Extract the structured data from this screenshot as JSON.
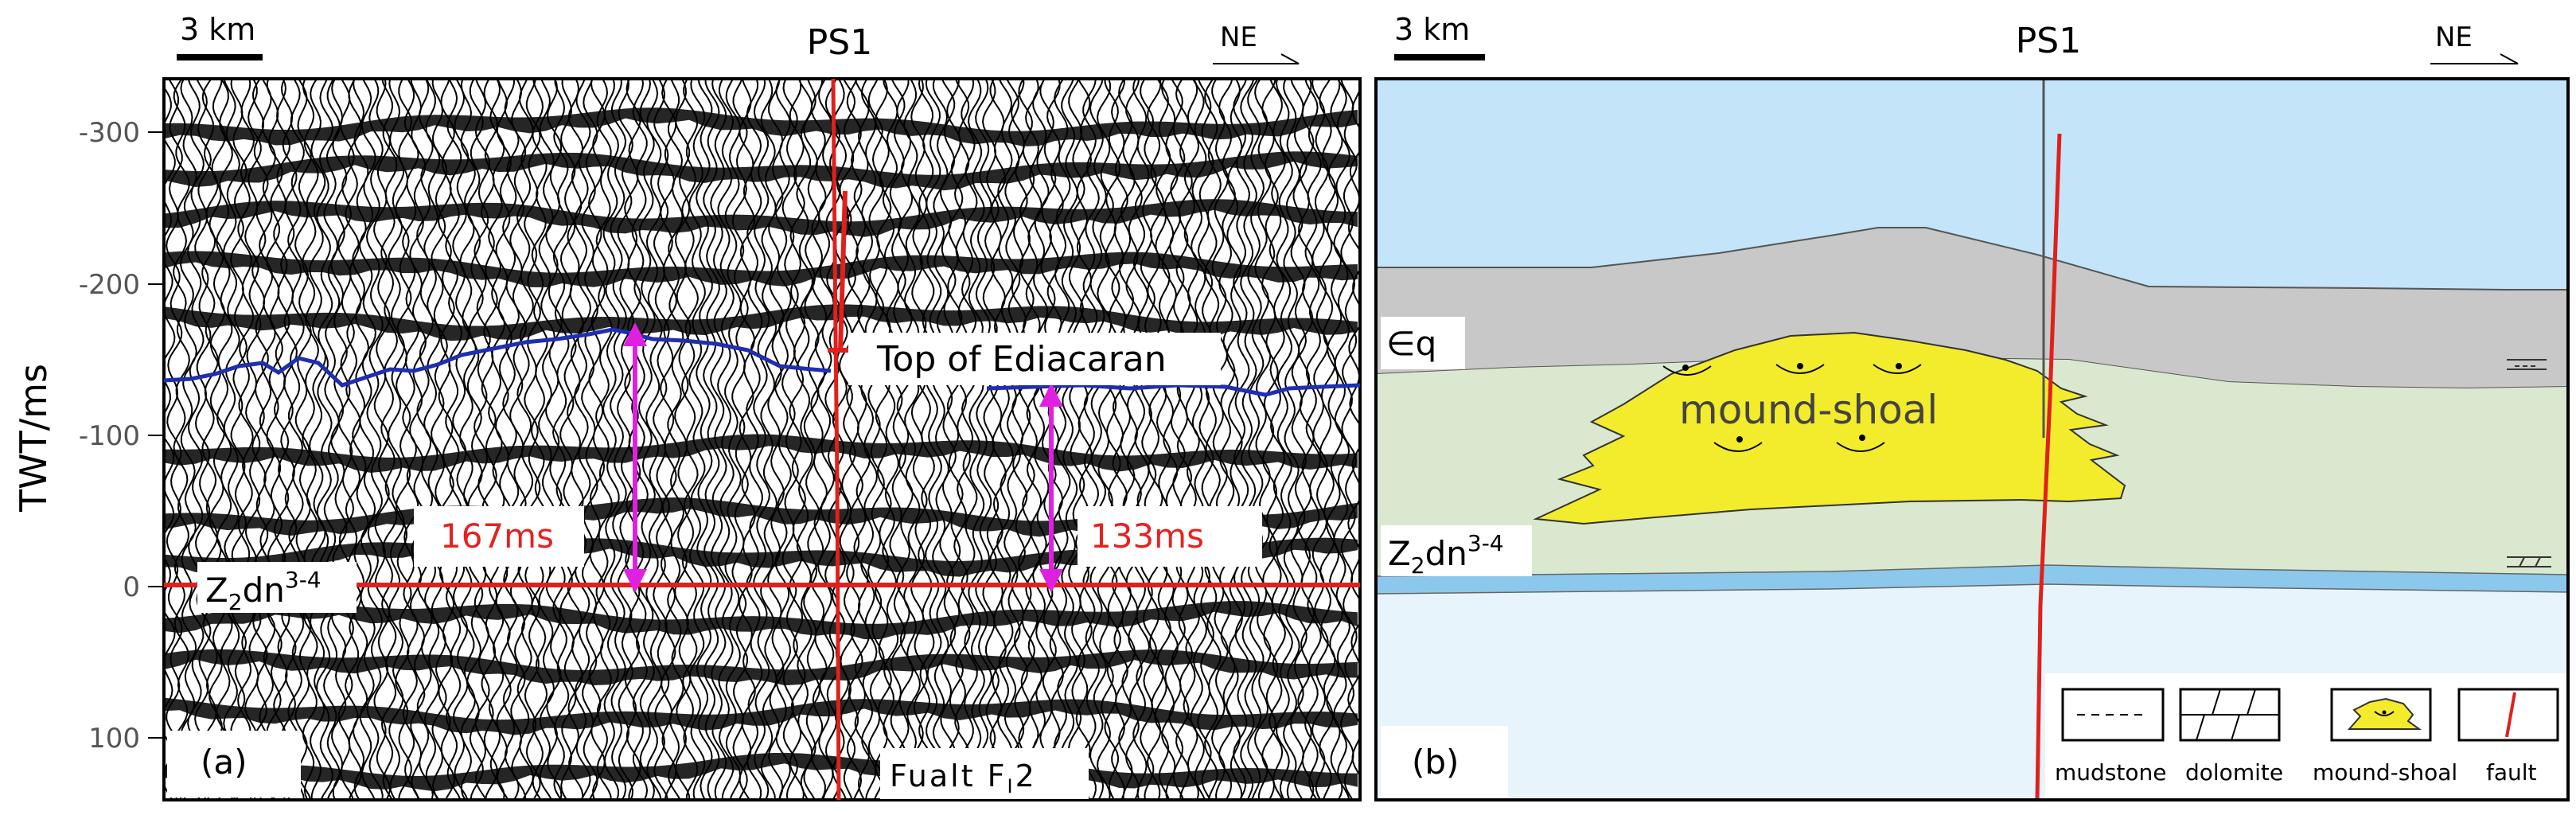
{
  "panel_a": {
    "scale_bar_label": "3 km",
    "well_name": "PS1",
    "direction_label": "NE",
    "y_axis_label": "TWT/ms",
    "y_ticks": [
      "-300",
      "-200",
      "-100",
      "0",
      "100"
    ],
    "horizon_top_label": "Top of Ediacaran",
    "horizon_base_label_main": "Z",
    "horizon_base_label_sub": "2",
    "horizon_base_label_mid": "dn",
    "horizon_base_label_sup": "3-4",
    "thickness_left": "167ms",
    "thickness_right": "133ms",
    "fault_label_main": "Fualt F",
    "fault_label_sub": "I",
    "fault_label_end": "2",
    "panel_letter": "(a)"
  },
  "panel_b": {
    "scale_bar_label": "3 km",
    "well_name": "PS1",
    "direction_label": "NE",
    "unit_upper_label": "∈q",
    "body_label": "mound-shoal",
    "unit_lower_label_main": "Z",
    "unit_lower_label_sub": "2",
    "unit_lower_label_mid": "dn",
    "unit_lower_label_sup": "3-4",
    "panel_letter": "(b)",
    "legend": [
      "mudstone",
      "dolomite",
      "mound-shoal",
      "fault"
    ]
  },
  "colors": {
    "seismic": "#000000",
    "top_horizon": "#1f2fb0",
    "base_horizon": "#e0201c",
    "fault": "#e0201c",
    "thickness_arrow": "#e020e0",
    "label_red": "#e82020",
    "sky_blue": "#c3e4f9",
    "gray_unit": "#c8c8c8",
    "green_unit": "#d9e8cf",
    "thin_blue": "#8cc8ec",
    "deep_blue": "#e8f4fc",
    "mound_yellow": "#f3ec2c"
  }
}
